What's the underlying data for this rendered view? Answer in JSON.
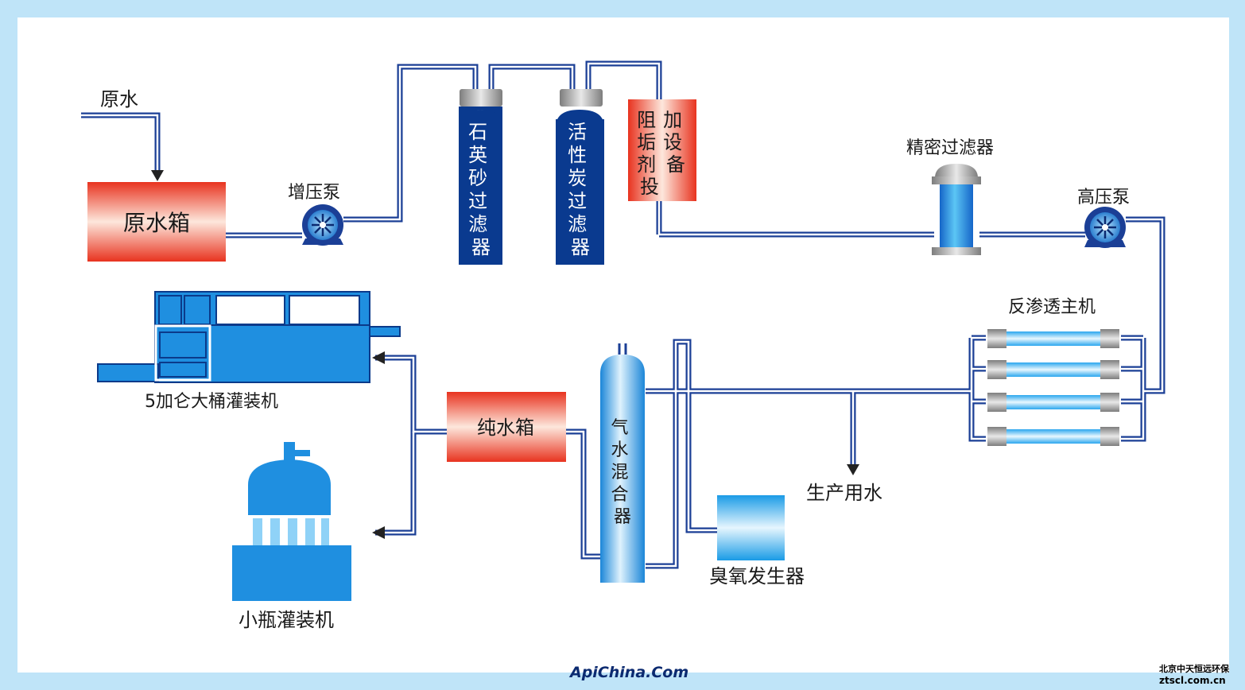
{
  "labels": {
    "raw_water": "原水",
    "raw_tank": "原水箱",
    "booster_pump": "增压泵",
    "quartz_filter": "石英砂过滤器",
    "carbon_filter": "活性炭过滤器",
    "antiscalant_line1": "加设备",
    "antiscalant_line2": "阻垢剂投",
    "precision_filter": "精密过滤器",
    "high_pressure_pump": "高压泵",
    "ro_main": "反渗透主机",
    "barrel_filler": "5加仑大桶灌装机",
    "pure_tank": "纯水箱",
    "gas_water_mixer": "气水混合器",
    "production_water": "生产用水",
    "ozone_generator": "臭氧发生器",
    "small_bottle_filler": "小瓶灌装机"
  },
  "watermark": {
    "site": "ApiChina.Com",
    "company": "北京中天恒远环保",
    "domain": "ztscl.com.cn"
  },
  "colors": {
    "background": "#bfe4f8",
    "panel": "#ffffff",
    "pipe": "#1b3f96",
    "vessel_blue": "#0a3a8f",
    "equipment_blue": "#1f8fe0"
  }
}
